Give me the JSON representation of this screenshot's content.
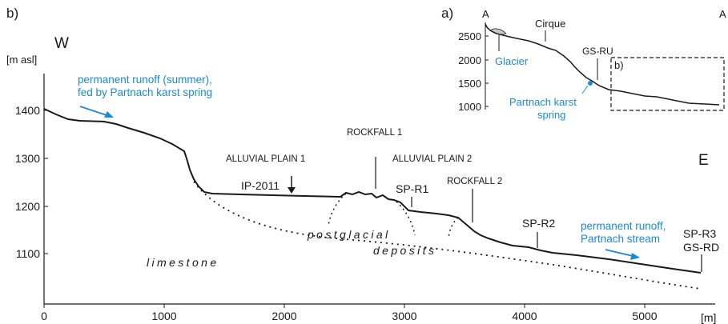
{
  "panel_b": {
    "panel_label": "b)",
    "west_label": "W",
    "east_label": "E",
    "y_unit": "[m asl]",
    "x_unit": "[m]",
    "y_ticks": [
      "1400",
      "1300",
      "1200",
      "1100"
    ],
    "x_ticks": [
      "0",
      "1000",
      "2000",
      "3000",
      "4000",
      "5000"
    ],
    "annotations": {
      "runoff_summer_line1": "permanent runoff (summer),",
      "runoff_summer_line2": "fed by Partnach karst spring",
      "alluvial_plain_1": "ALLUVIAL PLAIN 1",
      "rockfall_1": "ROCKFALL 1",
      "alluvial_plain_2": "ALLUVIAL PLAIN 2",
      "rockfall_2": "ROCKFALL 2",
      "ip_2011": "IP-2011",
      "sp_r1": "SP-R1",
      "sp_r2": "SP-R2",
      "sp_r3": "SP-R3",
      "gs_rd": "GS-RD",
      "postglacial": "postglacial",
      "deposits": "deposits",
      "limestone": "limestone",
      "runoff_stream_line1": "permanent runoff,",
      "runoff_stream_line2": "Partnach stream"
    }
  },
  "panel_a": {
    "panel_label": "a)",
    "start_label": "A",
    "end_label": "A",
    "y_ticks": [
      "2500",
      "2000",
      "1500",
      "1000"
    ],
    "annotations": {
      "cirque": "Cirque",
      "glacier": "Glacier",
      "gs_ru": "GS-RU",
      "inset_label": "b)",
      "spring_line1": "Partnach karst",
      "spring_line2": "spring"
    }
  },
  "colors": {
    "profile": "#1a1a1a",
    "water_annotation": "#1b8ad1",
    "glacier": "#c8c8c8"
  }
}
